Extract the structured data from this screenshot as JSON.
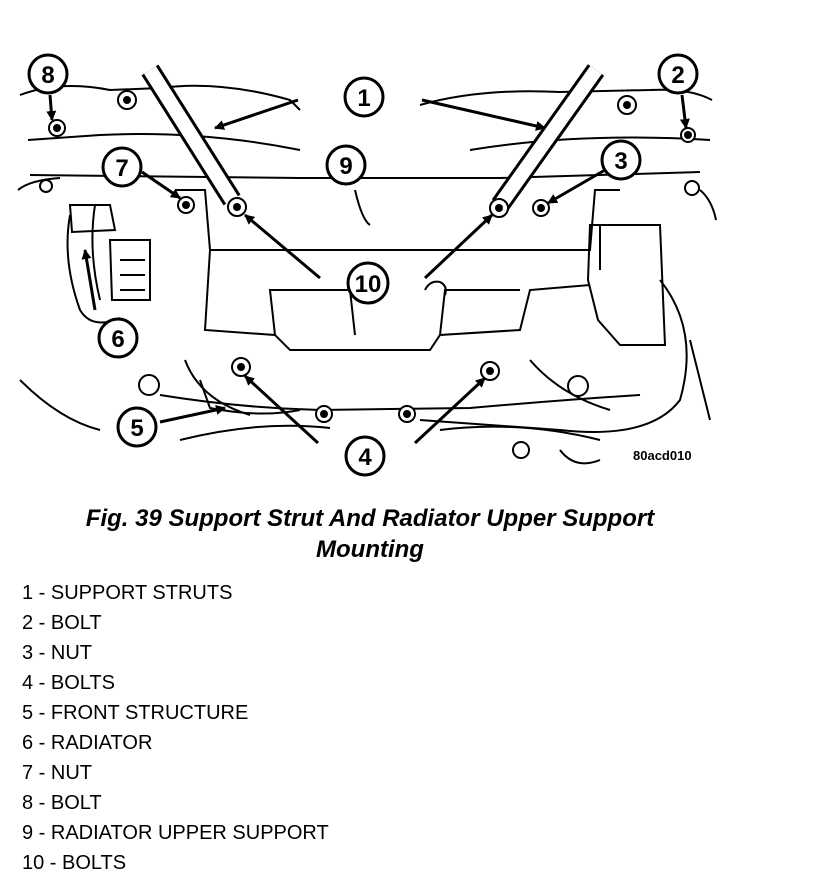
{
  "figure": {
    "code": "80acd010",
    "callouts": [
      "1",
      "2",
      "3",
      "4",
      "5",
      "6",
      "7",
      "8",
      "9",
      "10"
    ]
  },
  "caption": {
    "line1": "Fig. 39 Support Strut And Radiator Upper Support",
    "line2": "Mounting"
  },
  "legend": [
    "1 - SUPPORT STRUTS",
    "2 - BOLT",
    "3 - NUT",
    "4 - BOLTS",
    "5 - FRONT STRUCTURE",
    "6 - RADIATOR",
    "7 - NUT",
    "8 - BOLT",
    "9 - RADIATOR UPPER SUPPORT",
    "10 - BOLTS"
  ]
}
